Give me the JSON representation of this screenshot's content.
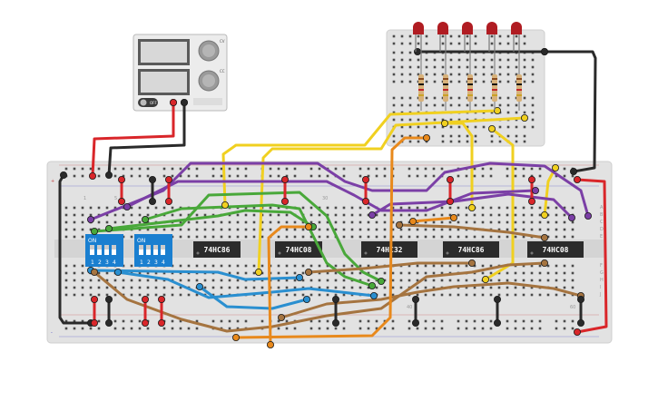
{
  "power_supply": {
    "switch_label": "OFF",
    "knob_labels": [
      "CV",
      "CC"
    ]
  },
  "breadboard": {
    "row_labels_top": [
      "A",
      "B",
      "C",
      "D",
      "E"
    ],
    "row_labels_bottom": [
      "F",
      "G",
      "H",
      "I",
      "J"
    ],
    "column_labels": [
      "1",
      "5",
      "30",
      "40",
      "60"
    ],
    "rail_signs": [
      "+",
      "-",
      "+",
      "-"
    ]
  },
  "dip_switches": [
    {
      "label": "ON",
      "positions": [
        "1",
        "2",
        "3",
        "4"
      ]
    },
    {
      "label": "ON",
      "positions": [
        "1",
        "2",
        "3",
        "4"
      ]
    }
  ],
  "chips": [
    {
      "label": "74HC86"
    },
    {
      "label": "74HC08"
    },
    {
      "label": "74HC32"
    },
    {
      "label": "74HC86"
    },
    {
      "label": "74HC08"
    }
  ],
  "leds": {
    "count": 5,
    "color": "#b01c22"
  },
  "colors": {
    "breadboard": "#e2e2e2",
    "hole": "#4a4a4a",
    "chip": "#2b2b2b",
    "dip": "#1a7fd0",
    "wire_red": "#d9262a",
    "wire_black": "#2a2a2a",
    "wire_purple": "#7b3fa6",
    "wire_green": "#49a83a",
    "wire_blue": "#2a8fd0",
    "wire_brown": "#a57440",
    "wire_orange": "#e8891c",
    "wire_yellow": "#f0d020"
  }
}
